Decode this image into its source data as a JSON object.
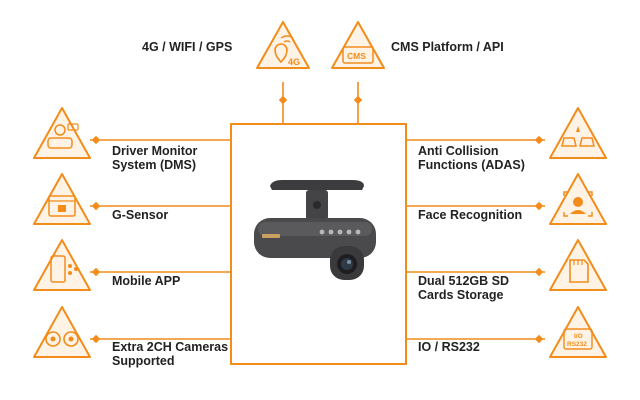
{
  "colors": {
    "accent": "#f28c1b",
    "text": "#222222",
    "device": "#4a4a4c"
  },
  "top_features": [
    {
      "label": "4G / WIFI / GPS",
      "icon": "location-4g-icon",
      "badge": "4G"
    },
    {
      "label": "CMS Platform / API",
      "icon": "cms-monitor-icon",
      "badge": "CMS"
    }
  ],
  "left_features": [
    {
      "label": "Driver Monitor\nSystem (DMS)",
      "icon": "driver-monitor-icon"
    },
    {
      "label": "G-Sensor",
      "icon": "g-sensor-icon"
    },
    {
      "label": "Mobile APP",
      "icon": "mobile-app-icon"
    },
    {
      "label": "Extra 2CH Cameras\nSupported",
      "icon": "extra-cameras-icon"
    }
  ],
  "right_features": [
    {
      "label": "Anti Collision\nFunctions (ADAS)",
      "icon": "anti-collision-icon"
    },
    {
      "label": "Face Recognition",
      "icon": "face-recognition-icon"
    },
    {
      "label": "Dual 512GB SD\nCards Storage",
      "icon": "sd-card-icon"
    },
    {
      "label": "IO / RS232",
      "icon": "io-rs232-icon",
      "badge": "I/O\nRS232"
    }
  ],
  "center": {
    "device": "dashcam-device"
  }
}
